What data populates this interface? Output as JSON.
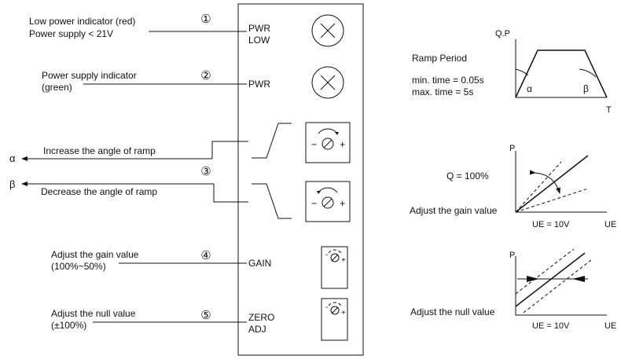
{
  "callouts": {
    "c1": {
      "number": "①",
      "desc_line1": "Low power indicator (red)",
      "desc_line2": "Power supply < 21V",
      "panel_line1": "PWR",
      "panel_line2": "LOW"
    },
    "c2": {
      "number": "②",
      "desc_line1": "Power supply indicator",
      "desc_line2": "(green)",
      "panel_line1": "PWR"
    },
    "c3": {
      "number": "③",
      "inc_label": "Increase the angle of ramp",
      "dec_label": "Decrease the angle of ramp",
      "alpha": "α",
      "beta": "β"
    },
    "c4": {
      "number": "④",
      "desc_line1": "Adjust the gain value",
      "desc_line2": "(100%~50%)",
      "panel_line1": "GAIN"
    },
    "c5": {
      "number": "⑤",
      "desc_line1": "Adjust the null value",
      "desc_line2": "(±100%)",
      "panel_line1": "ZERO",
      "panel_line2": "ADJ"
    }
  },
  "knob_signs": {
    "minus": "−",
    "plus": "+"
  },
  "ramp": {
    "title": "Ramp Period",
    "min_time": "min. time = 0.05s",
    "max_time": "max. time = 5s",
    "y_axis": "Q.P",
    "x_axis": "T",
    "alpha": "α",
    "beta": "β"
  },
  "gain_graph": {
    "q_label": "Q = 100%",
    "adjust_label": "Adjust the gain value",
    "y_axis": "P",
    "x_axis": "UE",
    "x_marker": "UE = 10V"
  },
  "null_graph": {
    "adjust_label": "Adjust the null value",
    "y_axis": "P",
    "x_axis": "UE",
    "x_marker": "UE = 10V"
  }
}
